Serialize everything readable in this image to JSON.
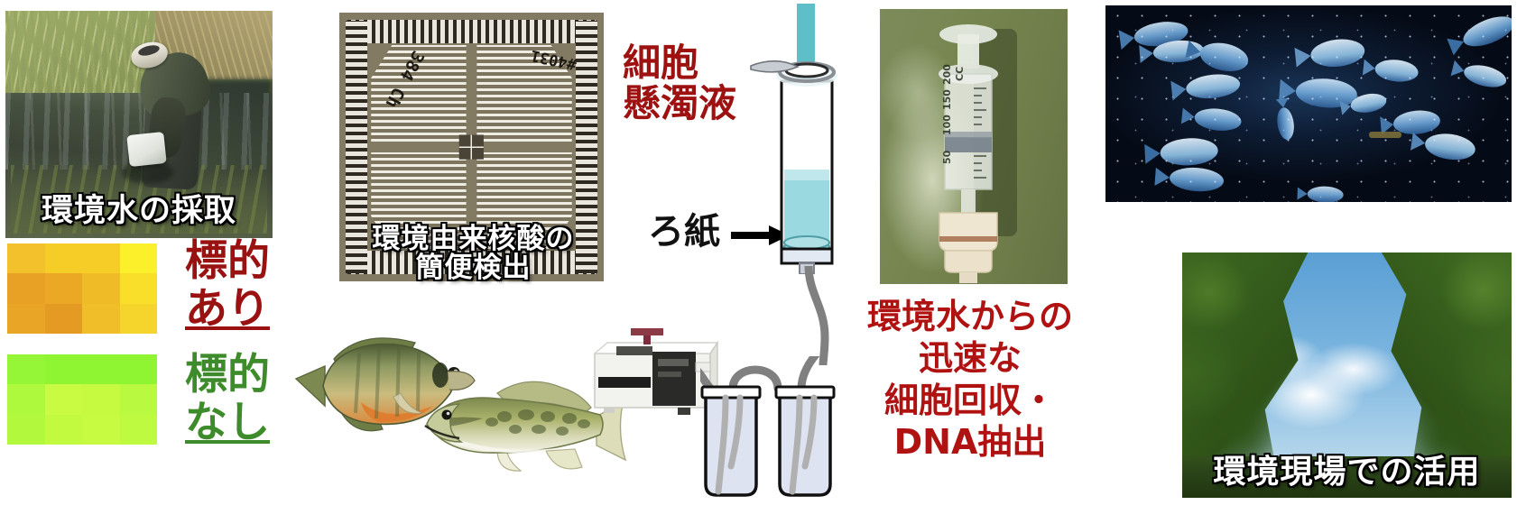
{
  "figure": {
    "title": "Environmental DNA rapid detection workflow",
    "language": "ja"
  },
  "photos": {
    "river_sampling": {
      "caption": "環境水の採取",
      "alt": "person-in-waders-collecting-stream-water"
    },
    "microfluidic_chip": {
      "caption_line1": "環境由来核酸の",
      "caption_line2": "簡便検出",
      "mark_channels": "384 Ch",
      "mark_id": "#4031",
      "alt": "384-channel-microfluidic-chip"
    },
    "syringe_filter": {
      "alt": "syringe-with-filter-holder-on-green-background",
      "scale_labels": [
        "200",
        "150",
        "100",
        "50"
      ],
      "unit": "CC"
    },
    "fish_school": {
      "alt": "school-of-fish-underwater"
    },
    "forest": {
      "caption": "環境現場での活用",
      "alt": "mangrove-forest-river-with-blue-sky"
    }
  },
  "heatmaps": {
    "positive": {
      "legend_line1": "標的",
      "legend_line2": "あり",
      "legend_color": "#991111",
      "rows": 3,
      "cols": 4,
      "colors": [
        [
          "#f2c12b",
          "#f5cd26",
          "#f5cd26",
          "#fbf02a"
        ],
        [
          "#e8a125",
          "#eaa825",
          "#efbb27",
          "#fadf2a"
        ],
        [
          "#e9a626",
          "#e59a24",
          "#f0be28",
          "#f5d52c"
        ]
      ]
    },
    "negative": {
      "legend_line1": "標的",
      "legend_line2": "なし",
      "legend_color": "#3d8b2b",
      "rows": 3,
      "cols": 4,
      "colors": [
        [
          "#94f637",
          "#8ff533",
          "#8ff533",
          "#8ff533"
        ],
        [
          "#aef93e",
          "#c9fb42",
          "#c6fa41",
          "#b9f93f"
        ],
        [
          "#b2f93d",
          "#c2fa40",
          "#c7fb42",
          "#bdfa40"
        ]
      ]
    }
  },
  "labels": {
    "cell_suspension_line1": "細胞",
    "cell_suspension_line2": "懸濁液",
    "cell_suspension_color": "#9e1111",
    "filter_paper": "ろ紙",
    "filter_paper_color": "#111111",
    "rapid_line1": "環境水からの",
    "rapid_line2": "迅速な",
    "rapid_line3": "細胞回収・",
    "rapid_line4": "DNA抽出",
    "rapid_color": "#b01212"
  },
  "schematic": {
    "flow_arrow_color": "#5fbfc8",
    "liquid_color": "#9ad9e0",
    "tube_color": "#808080",
    "bottle_fill": "#dde3f0",
    "filter_column_alt": "filter-column-with-membrane",
    "pump_alt": "vacuum-pump",
    "bottles_alt": "two-collection-bottles"
  },
  "illustrations": {
    "bluegill_alt": "bluegill-sunfish-illustration",
    "bass_alt": "largemouth-bass-illustration"
  }
}
